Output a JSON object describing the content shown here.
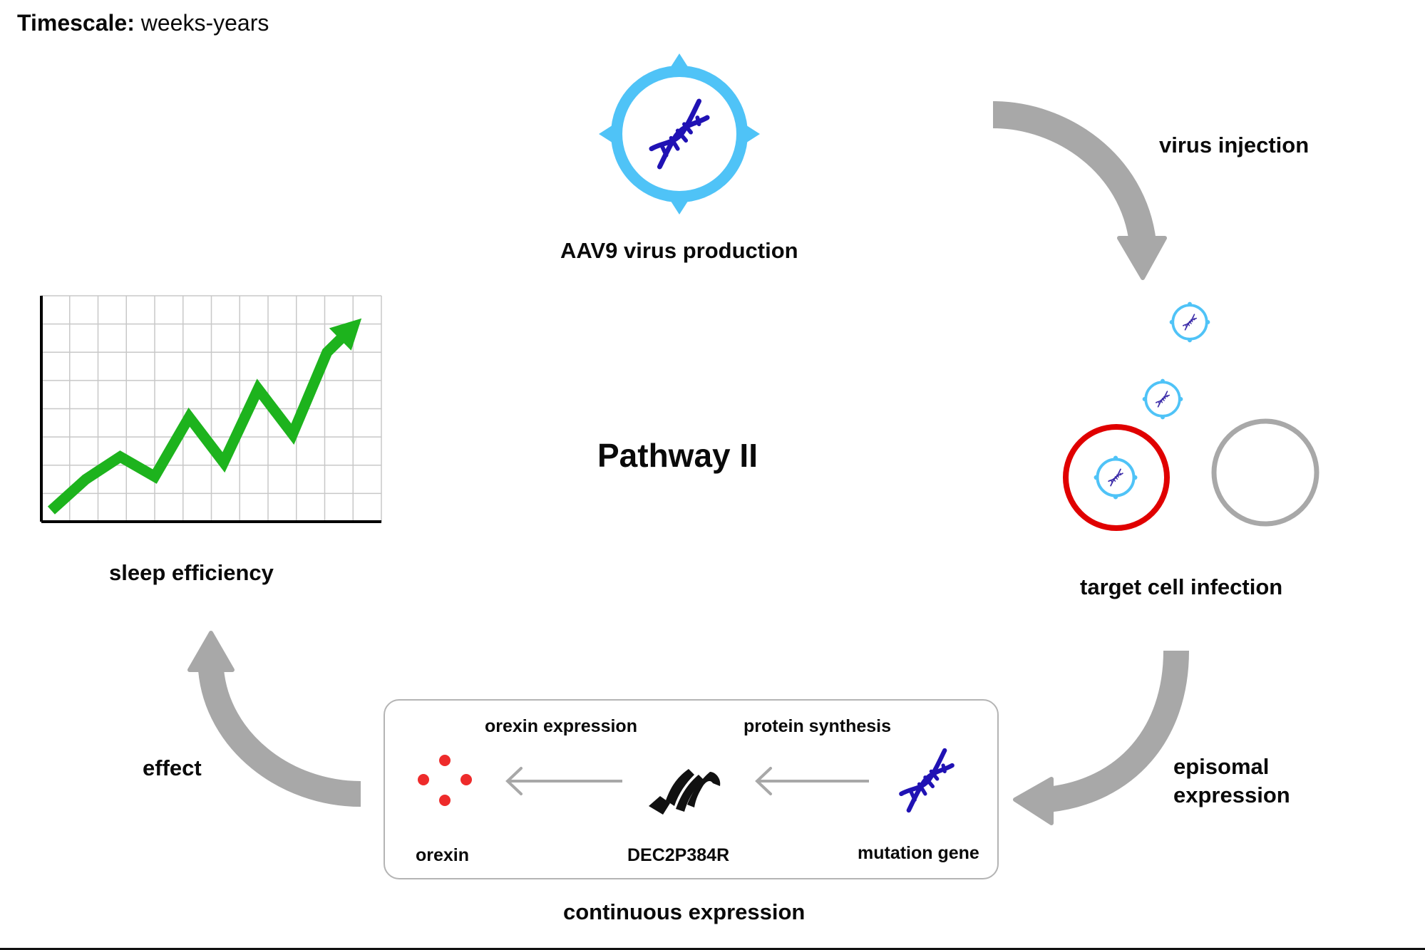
{
  "header": {
    "timescale_key": "Timescale:",
    "timescale_value": "weeks-years"
  },
  "title": "Pathway II",
  "stages": {
    "virus_production": "AAV9 virus production",
    "virus_injection": "virus injection",
    "target_cell_infection": "target cell infection",
    "episomal_expression": "episomal expression",
    "continuous_expression": "continuous expression",
    "effect": "effect",
    "sleep_efficiency": "sleep efficiency"
  },
  "expression_box": {
    "steps": [
      {
        "label": "mutation gene",
        "icon": "dna-icon"
      },
      {
        "label": "DEC2P384R",
        "icon": "protein-helix-icon"
      },
      {
        "label": "orexin",
        "icon": "orexin-molecules-icon"
      }
    ],
    "transitions": [
      {
        "label": "protein synthesis"
      },
      {
        "label": "orexin expression"
      }
    ]
  },
  "cells": [
    {
      "name": "target cell",
      "state": "infected",
      "color": "#e00000"
    },
    {
      "name": "non-target cell",
      "state": "uninfected",
      "color": "#a8a8a8"
    }
  ],
  "colors": {
    "arrow": "#a8a8a8",
    "virus_capsid": "#4fc3f7",
    "dna": "#2012b4",
    "infected_cell": "#e00000",
    "orexin": "#ee2b2b",
    "trend_line": "#1db31d"
  },
  "chart_data": {
    "type": "line",
    "title": "sleep efficiency",
    "xlabel": "",
    "ylabel": "",
    "grid": true,
    "trend": "increasing",
    "x": [
      0,
      1,
      2,
      3,
      4,
      5,
      6,
      7,
      8,
      9
    ],
    "values": [
      0.4,
      1.5,
      2.3,
      1.6,
      3.7,
      2.1,
      4.7,
      3.1,
      6.0,
      7.2
    ],
    "xlim": [
      0,
      12
    ],
    "ylim": [
      0,
      8
    ]
  }
}
